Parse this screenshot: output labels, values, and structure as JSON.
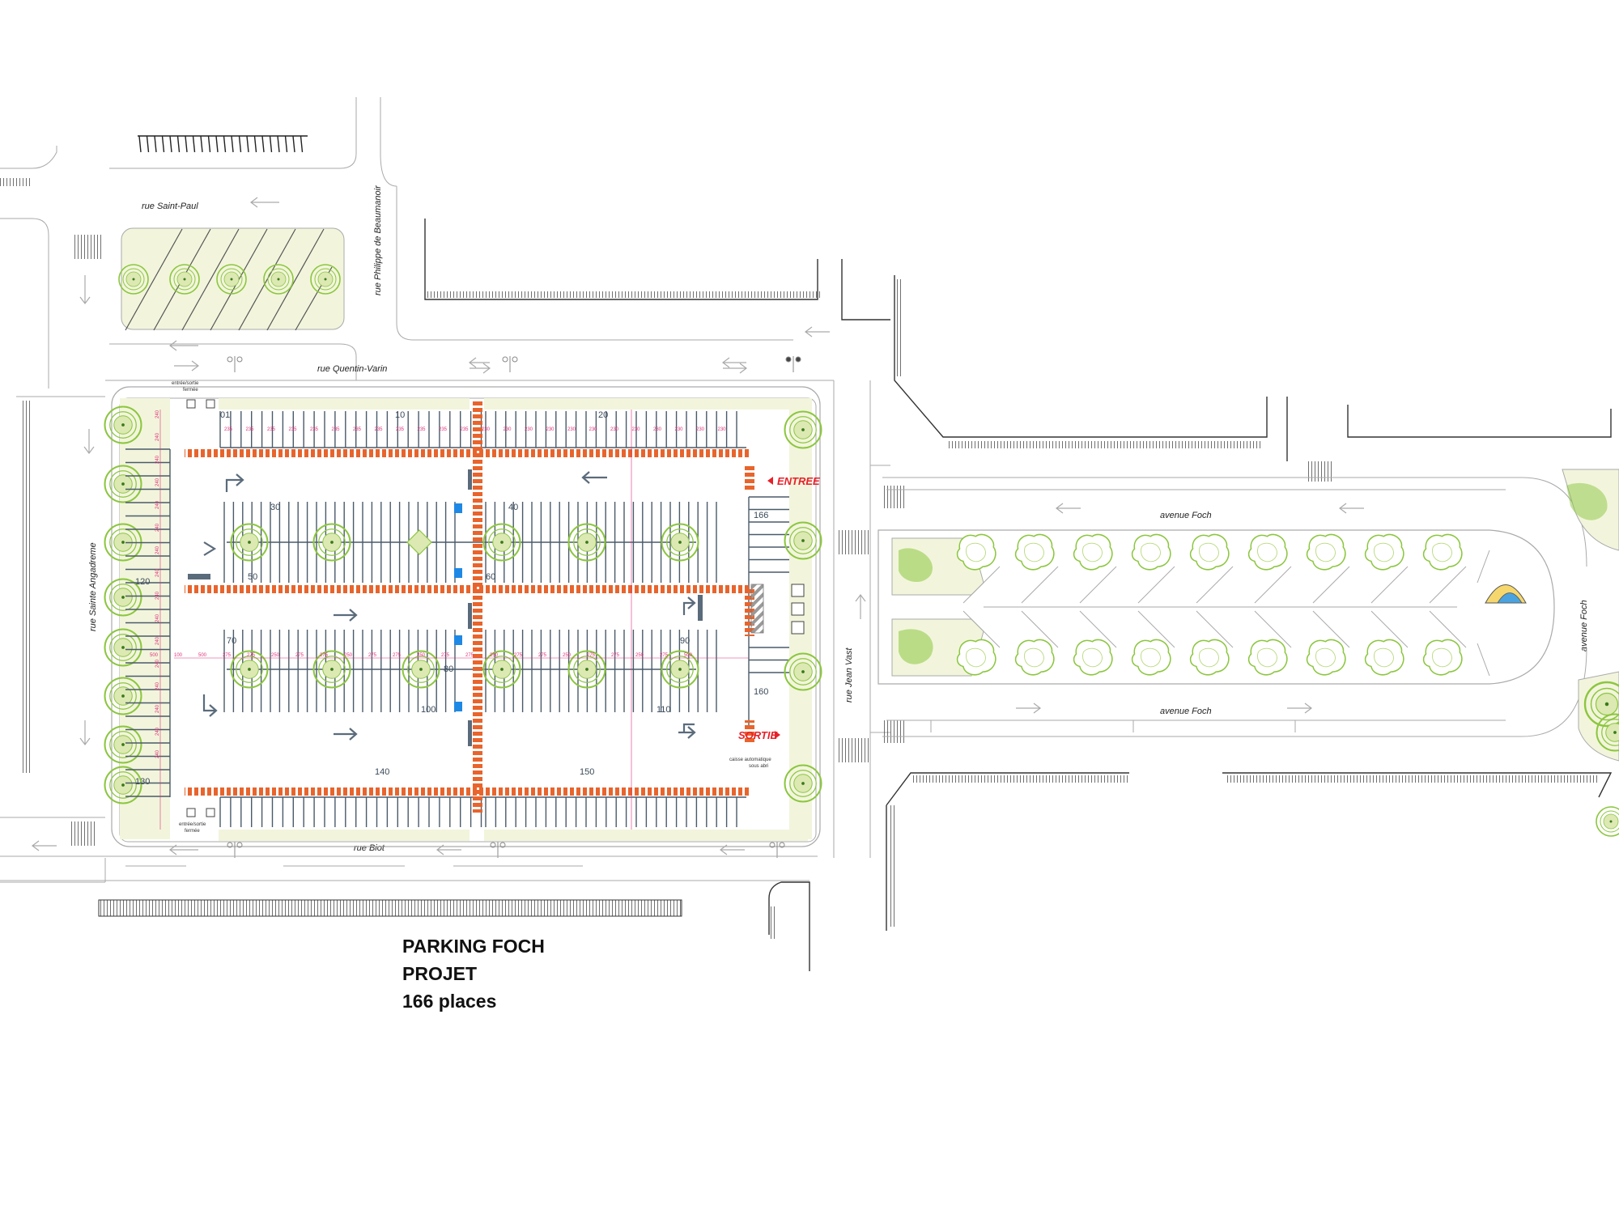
{
  "streets": {
    "saint_paul": "rue Saint-Paul",
    "philippe": "rue Philippe de Beaumanoir",
    "quentin": "rue Quentin-Varin",
    "angadreme": "rue Sainte Angadreme",
    "biot": "rue Biot",
    "jean_vast": "rue Jean Vast",
    "foch_top": "avenue Foch",
    "foch_bottom": "avenue Foch",
    "foch_right": "avenue Foch"
  },
  "labels": {
    "entree": "ENTREE",
    "sortie": "SORTIE",
    "gate_top_1": "entrée/sortie",
    "gate_top_2": "fermée",
    "gate_bottom_1": "entrée/sortie",
    "gate_bottom_2": "fermée",
    "caisse_1": "caisse automatique",
    "caisse_2": "sous abri"
  },
  "space_numbers": [
    "01",
    "10",
    "20",
    "30",
    "40",
    "50",
    "60",
    "70",
    "80",
    "90",
    "100",
    "110",
    "120",
    "130",
    "140",
    "150",
    "160",
    "166"
  ],
  "dimensions": {
    "top_row": [
      "235",
      "235",
      "235",
      "235",
      "235",
      "235",
      "235",
      "235",
      "235",
      "235",
      "235",
      "235",
      "230",
      "230",
      "230",
      "230",
      "230",
      "230",
      "230",
      "230",
      "230",
      "230",
      "230",
      "230"
    ],
    "middle_row": [
      "500",
      "100",
      "500",
      "275",
      "275",
      "250",
      "275",
      "275",
      "250",
      "275",
      "275",
      "250",
      "275",
      "275",
      "250",
      "275",
      "275",
      "250",
      "275",
      "275",
      "250",
      "275",
      "500"
    ],
    "left_column": [
      "240",
      "240",
      "240",
      "240",
      "240",
      "240",
      "240",
      "240",
      "240",
      "240",
      "240",
      "240",
      "240",
      "240",
      "240",
      "240"
    ]
  },
  "title": {
    "line1": "PARKING FOCH",
    "line2": "PROJET",
    "line3": "166 places"
  },
  "colors": {
    "stripe": "#e8642c",
    "tree": "#8cc63f",
    "green_area": "#f2f5dc",
    "dim": "#e0307a",
    "entry": "#e8202a",
    "arrow": "#5a6b7b",
    "pmr": "#1e88e5"
  }
}
